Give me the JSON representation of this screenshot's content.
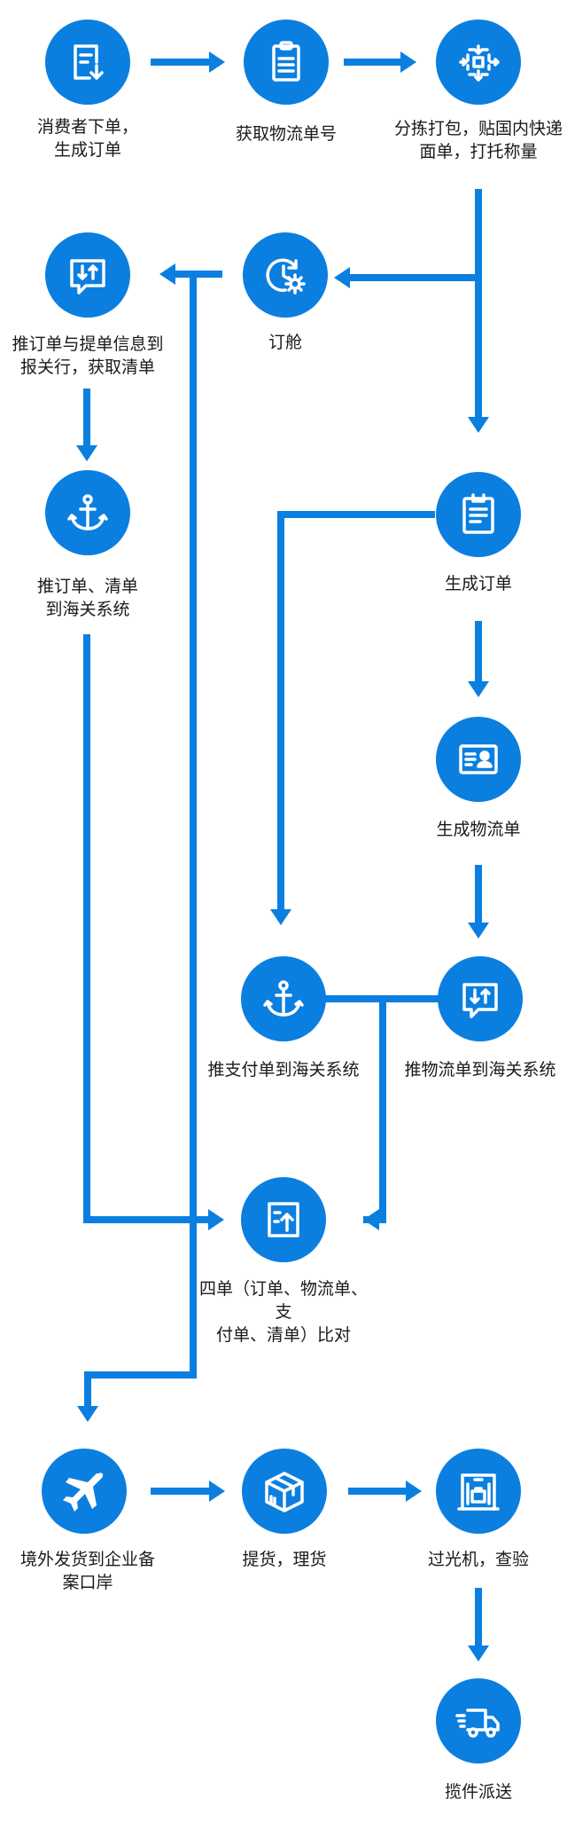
{
  "steps": {
    "consumer_order": "消费者下单，\n生成订单",
    "get_tracking": "获取物流单号",
    "sort_pack": "分拣打包，贴国内快递\n面单，打托称量",
    "push_order_bill": "推订单与提单信息到\n报关行，获取清单",
    "book_cabin": "订舱",
    "push_to_customs": "推订单、清单\n到海关系统",
    "gen_order": "生成订单",
    "gen_logistics": "生成物流单",
    "push_payment": "推支付单到海关系统",
    "push_logistics": "推物流单到海关系统",
    "four_compare": "四单（订单、物流单、支\n付单、清单）比对",
    "ship_abroad": "境外发货到企业备\n案口岸",
    "pickup": "提货，理货",
    "xray_inspect": "过光机，查验",
    "dispatch": "揽件派送"
  },
  "colors": {
    "accent": "#0b7fe0"
  },
  "icons": {
    "consumer_order": "order-download-icon",
    "get_tracking": "clipboard-icon",
    "sort_pack": "sorting-scan-icon",
    "push_order_bill": "message-transfer-icon",
    "book_cabin": "clock-gear-icon",
    "push_to_customs": "anchor-icon",
    "gen_order": "document-icon",
    "gen_logistics": "id-card-icon",
    "push_payment": "anchor-icon",
    "push_logistics": "message-transfer-icon",
    "four_compare": "document-upload-icon",
    "ship_abroad": "airplane-icon",
    "pickup": "package-box-icon",
    "xray_inspect": "xray-machine-icon",
    "dispatch": "delivery-truck-icon"
  }
}
